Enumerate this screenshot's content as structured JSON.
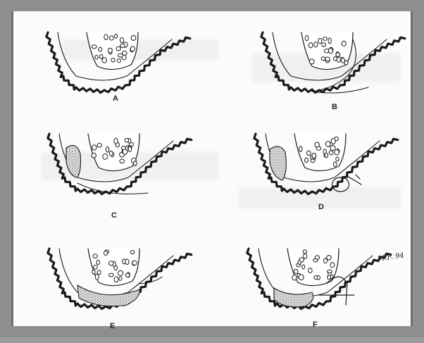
{
  "figure": {
    "panels": [
      {
        "id": "A",
        "label": "A"
      },
      {
        "id": "B",
        "label": "B"
      },
      {
        "id": "C",
        "label": "C"
      },
      {
        "id": "D",
        "label": "D"
      },
      {
        "id": "E",
        "label": "E"
      },
      {
        "id": "F",
        "label": "F"
      }
    ],
    "signature": "M.F. 94"
  },
  "colors": {
    "frame": "#8e8e8e",
    "paper": "#fbfbf9",
    "ink": "#1a1a1a"
  }
}
